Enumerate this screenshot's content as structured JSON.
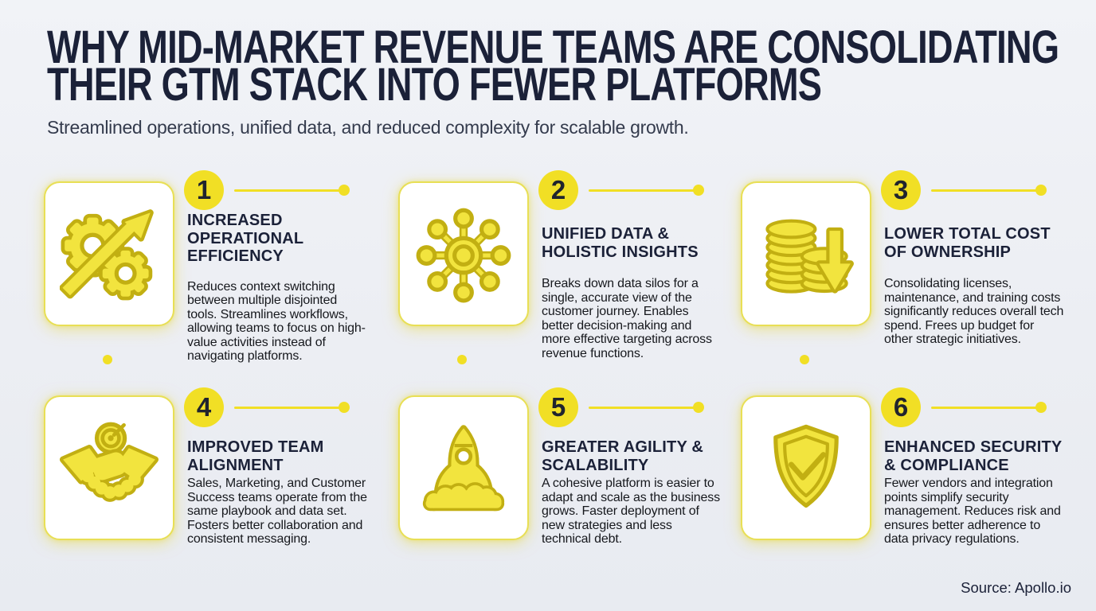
{
  "page": {
    "title_line1": "WHY MID-MARKET REVENUE TEAMS ARE CONSOLIDATING",
    "title_line2": "THEIR GTM STACK INTO FEWER PLATFORMS",
    "subtitle": "Streamlined operations, unified data, and reduced complexity for scalable growth.",
    "source": "Source: Apollo.io"
  },
  "colors": {
    "accent_yellow": "#F1DF25",
    "icon_fill": "#F2E43E",
    "icon_stroke": "#C2AF12",
    "heading_navy": "#1B2138",
    "body_text": "#16181D",
    "background": "#EDEFF4"
  },
  "cards": [
    {
      "number": "1",
      "icon": "gears-arrow-icon",
      "title": "INCREASED OPERATIONAL EFFICIENCY",
      "description": "Reduces context switching between multiple disjointed tools. Streamlines workflows, allowing teams to focus on high-value activities instead of navigating platforms."
    },
    {
      "number": "2",
      "icon": "network-hub-icon",
      "title": "UNIFIED DATA & HOLISTIC INSIGHTS",
      "description": "Breaks down data silos for a single, accurate view of the customer journey. Enables better decision-making and more effective targeting across revenue functions."
    },
    {
      "number": "3",
      "icon": "coins-down-arrow-icon",
      "title": "LOWER TOTAL COST OF OWNERSHIP",
      "description": "Consolidating licenses, maintenance, and training costs significantly reduces overall tech spend. Frees up budget for other strategic initiatives."
    },
    {
      "number": "4",
      "icon": "handshake-target-icon",
      "title": "IMPROVED TEAM ALIGNMENT",
      "description": "Sales, Marketing, and Customer Success teams operate from the same playbook and data set. Fosters better collaboration and consistent messaging."
    },
    {
      "number": "5",
      "icon": "rocket-launch-icon",
      "title": "GREATER AGILITY & SCALABILITY",
      "description": "A cohesive platform is easier to adapt and scale as the business grows. Faster deployment of new strategies and less technical debt."
    },
    {
      "number": "6",
      "icon": "shield-check-icon",
      "title": "ENHANCED SECURITY & COMPLIANCE",
      "description": "Fewer vendors and integration points simplify security management. Reduces risk and ensures better adherence to data privacy regulations."
    }
  ]
}
